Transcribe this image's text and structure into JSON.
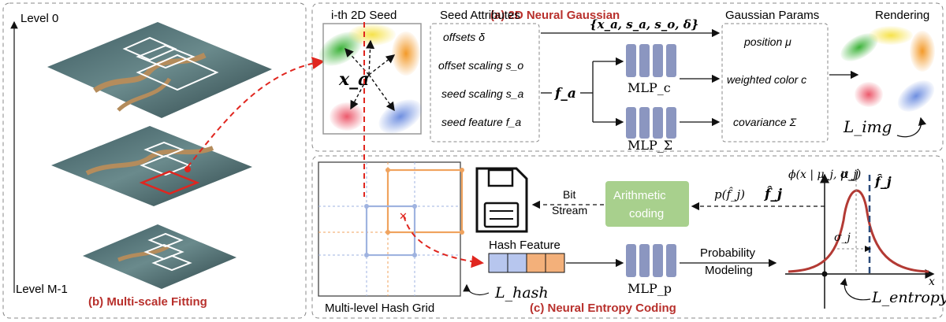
{
  "panel_b": {
    "level_top": "Level 0",
    "level_bottom": "Level M-1",
    "title": "(b) Multi-scale Fitting"
  },
  "panel_a": {
    "title": "(a) 2D Neural Gaussian",
    "seed_header": "i-th 2D Seed",
    "seed_label": "x_a",
    "attributes_header": "Seed Attributes",
    "attributes": [
      "offsets δ",
      "offset scaling s_o",
      "seed scaling s_a",
      "seed feature f_a"
    ],
    "tuple_label": "{x_a, s_a, s_o, δ}",
    "feature_label": "f_a",
    "mlp_c": "MLP_c",
    "mlp_sigma": "MLP_Σ",
    "params_header": "Gaussian Params",
    "params": [
      "position μ",
      "weighted color c",
      "covariance Σ"
    ],
    "rendering_header": "Rendering",
    "loss_label": "L_img"
  },
  "panel_c": {
    "title": "(c) Neural Entropy Coding",
    "grid_label": "Multi-level Hash Grid",
    "loss_hash": "L_hash",
    "bitstream_label": [
      "Bit",
      "Stream"
    ],
    "arith_label": [
      "Arithmetic",
      "coding"
    ],
    "prob_label": "p(f̂_j)",
    "fhat_label": "f̂_j",
    "hash_feature_label": "Hash Feature",
    "mlp_p": "MLP_p",
    "prob_modeling": [
      "Probability",
      "Modeling"
    ],
    "curve_fn": "ϕ(x | μ_j, σ_j)",
    "mu_label": "μ_j",
    "fhat_curve_label": "f̂_j",
    "sigma_label": "σ_j",
    "x_label": "x",
    "loss_entropy": "L_entropy"
  },
  "colors": {
    "accent_red": "#b8302c",
    "mlp_blue": "#8b96c0",
    "arith_green": "#a8d08d",
    "grid_orange": "#f0a35e",
    "grid_blue": "#9fb3e0",
    "curve_red": "#b33a34"
  }
}
